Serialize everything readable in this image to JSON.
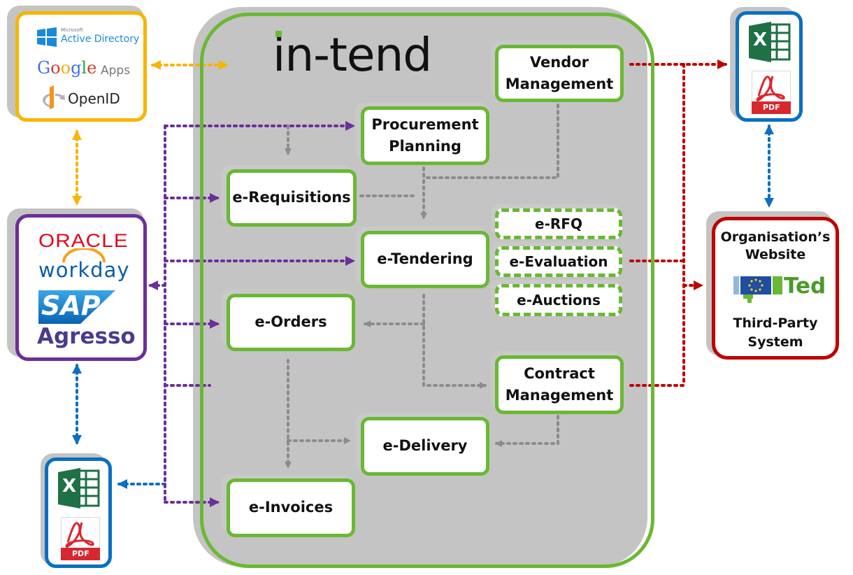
{
  "brand": {
    "name": "in-tend"
  },
  "identity_providers": {
    "active_directory_small": "Microsoft",
    "active_directory": "Active Directory",
    "google": "Google",
    "google_apps": "Apps",
    "openid": "OpenID"
  },
  "erp_systems": {
    "oracle": "ORACLE",
    "workday": "workday",
    "sap": "SAP",
    "agresso": "Agresso"
  },
  "external": {
    "website_line1": "Organisation’s",
    "website_line2": "Website",
    "ted": "Ted",
    "third_party_line1": "Third-Party",
    "third_party_line2": "System",
    "pdf_label": "PDF",
    "excel_letter": "X"
  },
  "modules": {
    "vendor_line1": "Vendor",
    "vendor_line2": "Management",
    "procurement_line1": "Procurement",
    "procurement_line2": "Planning",
    "requisitions": "e-Requisitions",
    "tendering": "e-Tendering",
    "rfq": "e-RFQ",
    "evaluation": "e-Evaluation",
    "auctions": "e-Auctions",
    "orders": "e-Orders",
    "contract_line1": "Contract",
    "contract_line2": "Management",
    "delivery": "e-Delivery",
    "invoices": "e-Invoices"
  },
  "colors": {
    "green": "#6ab833",
    "yellow": "#f7b500",
    "purple": "#6b2f9a",
    "blue": "#0a6fc2",
    "red": "#c00000",
    "gray": "#8c8c8c"
  }
}
